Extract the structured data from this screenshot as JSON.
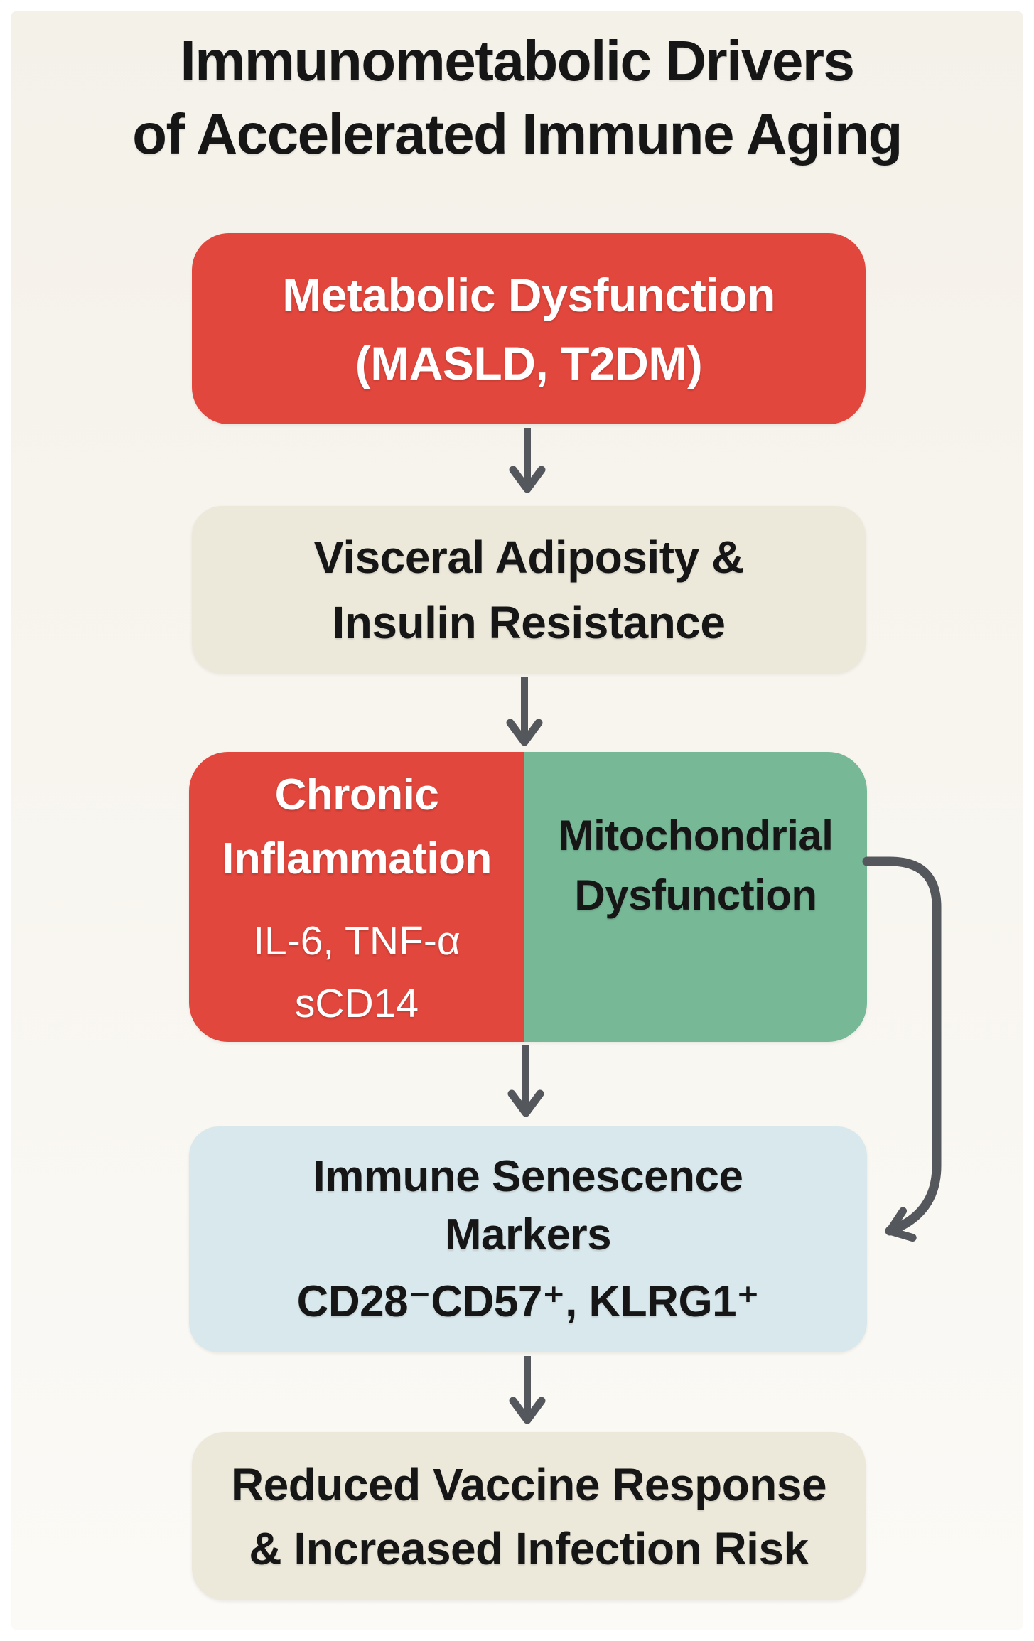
{
  "title": {
    "line1": "Immunometabolic Drivers",
    "line2": "of Accelerated Immune Aging"
  },
  "boxes": {
    "metabolic": {
      "line1": "Metabolic Dysfunction",
      "line2": "(MASLD, T2DM)"
    },
    "visceral": {
      "line1": "Visceral Adiposity &",
      "line2": "Insulin Resistance"
    },
    "inflammation": {
      "line1": "Chronic",
      "line2": "Inflammation",
      "marker1": "IL-6, TNF-α",
      "marker2": "sCD14"
    },
    "mitochondrial": {
      "line1": "Mitochondrial",
      "line2": "Dysfunction"
    },
    "senescence": {
      "line1": "Immune Senescence",
      "line2": "Markers",
      "markers": "CD28⁻CD57⁺, KLRG1⁺"
    },
    "outcome": {
      "line1": "Reduced Vaccine Response",
      "line2": "& Increased Infection Risk"
    }
  },
  "colors": {
    "red": "#e2473d",
    "green": "#77b897",
    "lightblue": "#d9e8ec",
    "cream": "#ece9db",
    "arrow": "#54575b",
    "bg_top": "#f4f1e9",
    "bg_mid": "#f8f5ef",
    "bg_bottom": "#fbfaf6",
    "text_dark": "#161616",
    "text_light": "#ffffff"
  }
}
